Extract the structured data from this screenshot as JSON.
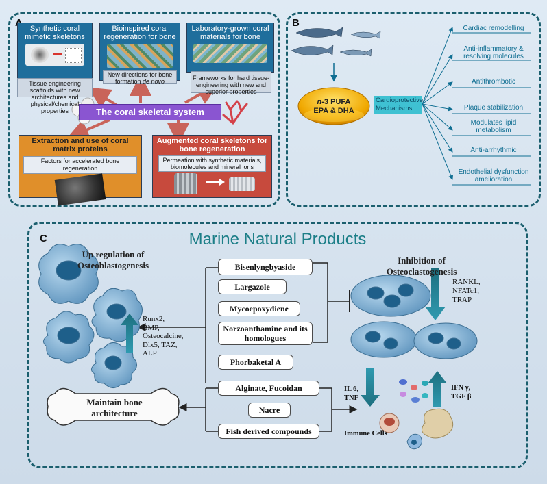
{
  "panelA": {
    "label": "A",
    "box1_title": "Synthetic coral mimetic skeletons",
    "box1_desc": "Tissue engineering scaffolds with new architectures and physical/chemical properties",
    "box2_title": "Bioinspired coral regeneration for bone",
    "box2_desc_line1": "New directions for bone",
    "box2_desc_line2_plain": "formation ",
    "box2_desc_line2_italic": "de novo",
    "box3_title": "Laboratory-grown coral materials for bone",
    "box3_desc": "Frameworks for hard tissue-engineering with new and superior properties",
    "center": "The coral skeletal system",
    "box4_title": "Extraction and use of coral matrix proteins",
    "box4_desc": "Factors for accelerated bone regeneration",
    "box5_title": "Augmented coral skeletons for bone regeneration",
    "box5_desc": "Permeation with synthetic materials, biomolecules and mineral ions"
  },
  "panelB": {
    "label": "B",
    "capsule_line1_italic": "n",
    "capsule_line1_rest": "-3 PUFA",
    "capsule_line2": "EPA & DHA",
    "mechanisms_label": "Cardioprotective Mechanisms",
    "mechanisms": [
      "Cardiac remodelling",
      "Anti-inflammatory & resolving molecules",
      "Antithrombotic",
      "Plaque stabilization",
      "Modulates lipid metabolism",
      "Anti-arrhythmic",
      "Endothelial dysfunction amelioration"
    ]
  },
  "panelC": {
    "label": "C",
    "title": "Marine Natural Products",
    "upreg_line1": "Up regulation of",
    "upreg_line2": "Osteoblastogenesis",
    "upreg_markers": [
      "Runx2,",
      "BMP,",
      "Osteocalcine,",
      "Dlx5, TAZ,",
      "ALP"
    ],
    "inhib_line1": "Inhibition of",
    "inhib_line2": "Osteoclastogenesis",
    "inhib_markers": [
      "RANKL,",
      "NFATc1,",
      "TRAP"
    ],
    "compounds": [
      "Bisenlyngbyaside",
      "Largazole",
      "Mycoepoxydiene",
      "Norzoanthamine and its homologues",
      "Phorbaketal A",
      "Alginate, Fucoidan",
      "Nacre",
      "Fish derived compounds"
    ],
    "bone_label": "Maintain bone architecture",
    "immune_down": [
      "IL 6,",
      "TNF"
    ],
    "immune_up": [
      "IFN γ,",
      "TGF β"
    ],
    "immune_label": "Immune Cells"
  },
  "colors": {
    "border": "#1b5f6e",
    "title_teal": "#1d7f88",
    "header_blue": "#1f6e9c",
    "orange": "#e08f2a",
    "red_box": "#c74a3d",
    "purple": "#8a55d1",
    "arrow_red": "#c9645a",
    "cell_blue": "#6b9ec2",
    "mech_teal": "#0f6e92"
  }
}
